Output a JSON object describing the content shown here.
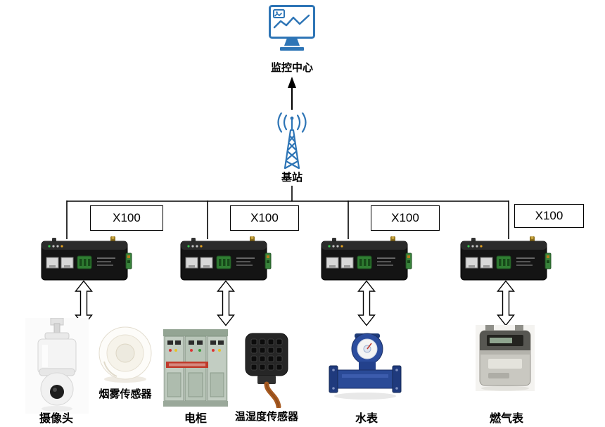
{
  "diagram": {
    "monitoring_center": {
      "label": "监控中心",
      "icon": "monitor-chart-icon"
    },
    "base_station": {
      "label": "基站",
      "icon": "antenna-tower-icon"
    },
    "gateways": [
      {
        "label": "X100"
      },
      {
        "label": "X100"
      },
      {
        "label": "X100"
      },
      {
        "label": "X100"
      }
    ],
    "devices": [
      {
        "label": "摄像头",
        "icon": "ptz-camera-icon"
      },
      {
        "label": "烟雾传感器",
        "icon": "smoke-sensor-icon"
      },
      {
        "label": "电柜",
        "icon": "electric-cabinet-icon"
      },
      {
        "label": "温湿度传感器",
        "icon": "temp-humidity-sensor-icon"
      },
      {
        "label": "水表",
        "icon": "water-meter-icon"
      },
      {
        "label": "燃气表",
        "icon": "gas-meter-icon"
      }
    ],
    "colors": {
      "accent_blue": "#2e75b6",
      "line": "#000000"
    }
  }
}
